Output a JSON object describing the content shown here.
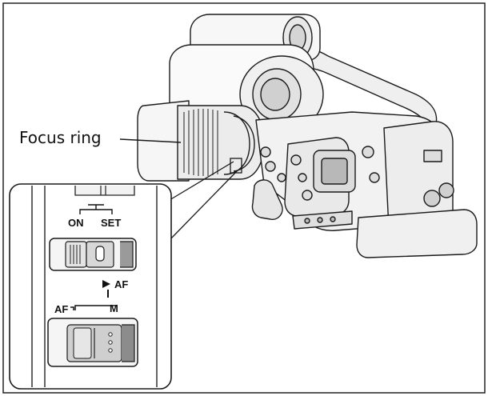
{
  "callout": {
    "label": "Focus ring"
  },
  "inset": {
    "lock_switch": {
      "on_label": "ON",
      "set_label": "SET"
    },
    "focus_switch": {
      "af_top_label": "AF",
      "af_left_label": "AF",
      "m_label": "M"
    }
  },
  "colors": {
    "line": "#1a1a1a",
    "fill_light": "#f2f2f2",
    "fill_mid": "#cfcfcf",
    "fill_dark": "#8a8a8a",
    "background": "#ffffff"
  }
}
